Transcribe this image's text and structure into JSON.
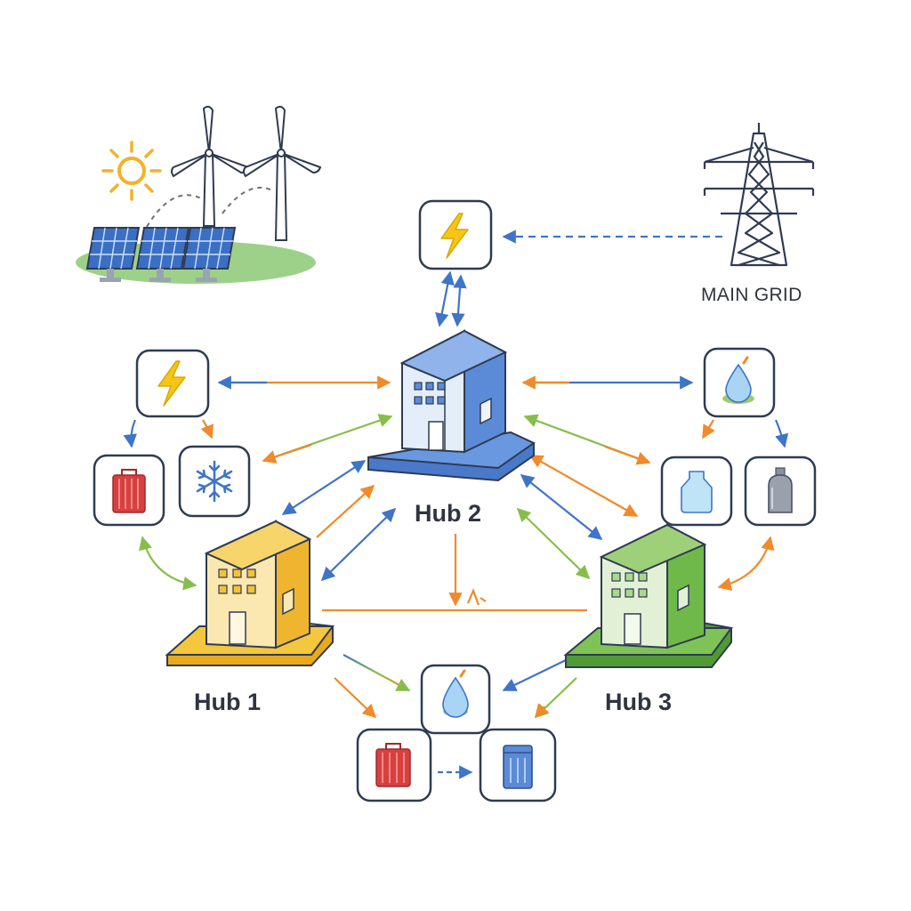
{
  "labels": {
    "main_grid": "MAIN GRID",
    "hub1": "Hub 1",
    "hub2": "Hub 2",
    "hub3": "Hub 3"
  },
  "colors": {
    "hub1": "#f3c23a",
    "hub2": "#5b8bd6",
    "hub3": "#6fb84a",
    "arrow_blue": "#3f74c8",
    "arrow_orange": "#f08a2a",
    "arrow_green": "#86be4a",
    "node_border": "#2f3b52"
  },
  "icons": {
    "grid_node": "lightning-bolt-icon",
    "hub1_power": "lightning-bolt-icon",
    "hub1_storage": "battery-icon",
    "hub1_cooling": "snowflake-icon",
    "hub3_water": "water-drop-icon",
    "hub3_tank": "water-bottle-icon",
    "hub3_gas": "gas-cylinder-icon",
    "bottom_water": "water-drop-icon",
    "bottom_storage": "battery-icon",
    "bottom_tank": "storage-tank-icon"
  }
}
